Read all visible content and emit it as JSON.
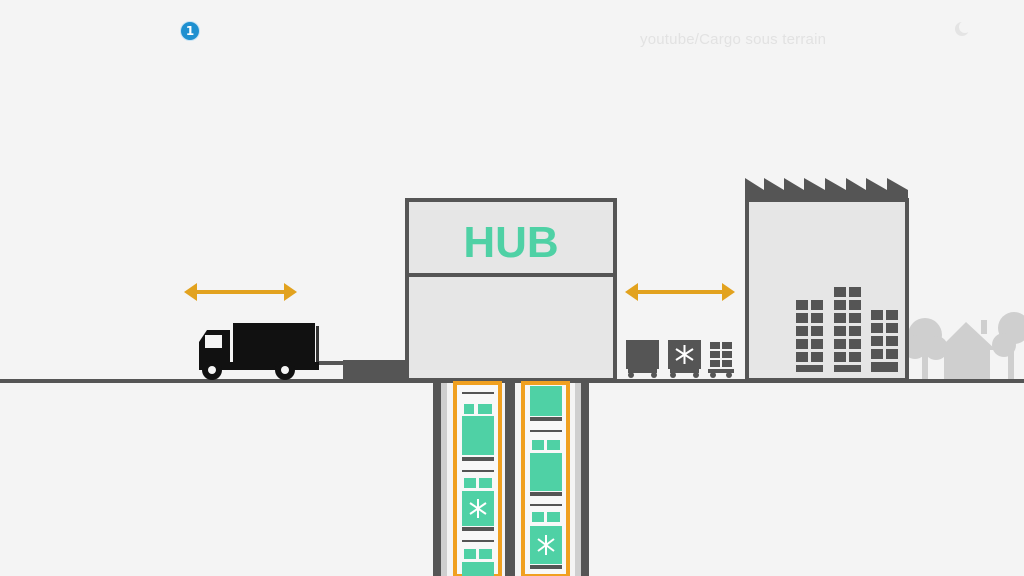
{
  "overlay": {
    "channel_badge": "1",
    "source_credit": "youtube/Cargo sous terrain",
    "corner_icon": "moon-icon"
  },
  "scene": {
    "hub_label": "HUB",
    "icons": [
      "truck-icon",
      "double-arrow-icon",
      "container-icon",
      "snowflake-icon",
      "pallet-icon",
      "factory-icon",
      "tree-icon",
      "house-icon"
    ]
  },
  "colors": {
    "background": "#f4f4f4",
    "building_fill": "#e6e6e6",
    "outline": "#555555",
    "hub_text": "#4fd1a5",
    "arrow": "#e2a21e",
    "shaft_frame": "#f0a020",
    "cargo": "#4fd1a5",
    "truck": "#111111"
  }
}
